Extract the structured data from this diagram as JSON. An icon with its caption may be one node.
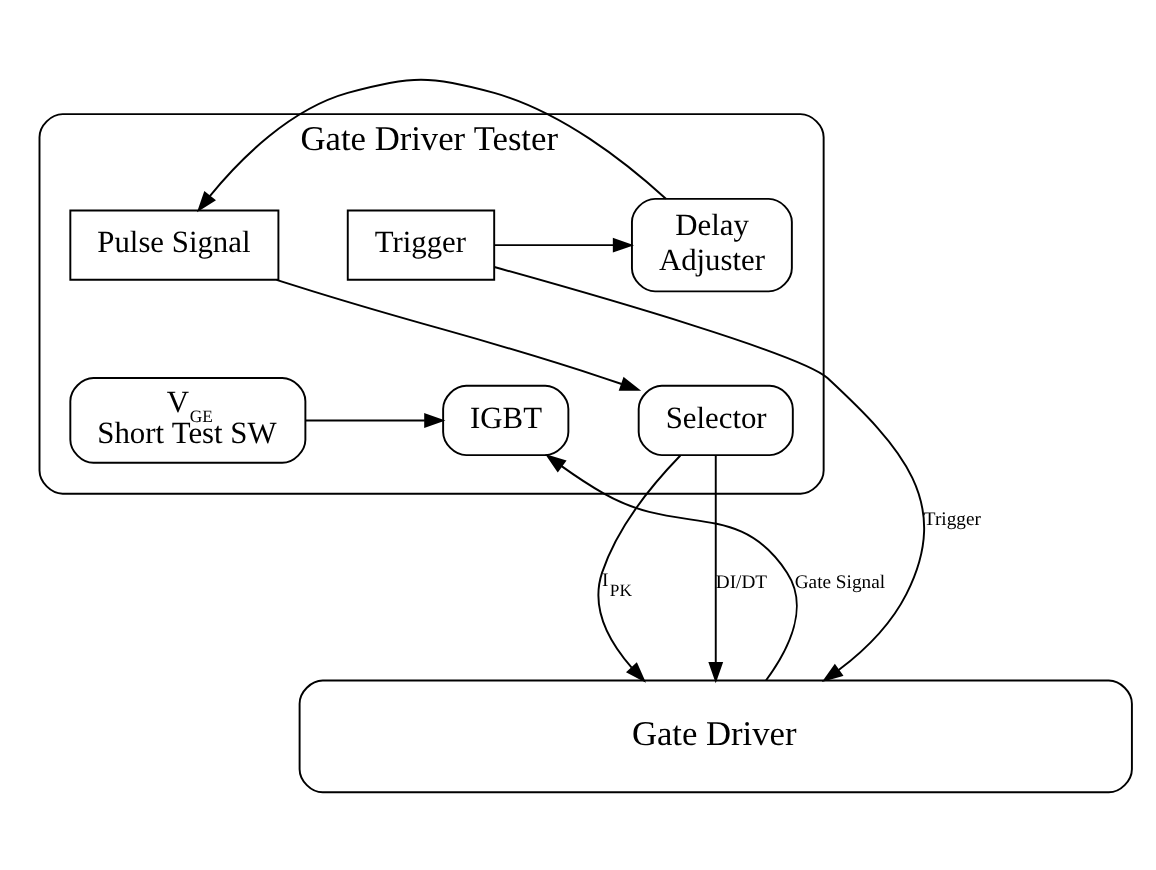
{
  "diagram": {
    "nodes": [
      {
        "text": [
          "Gate Driver Tester"
        ]
      },
      {
        "text": [
          "Trigger"
        ],
        "in": 0
      },
      {
        "text": [
          "Delay Adjuster"
        ],
        "in": 0
      },
      {
        "text": [
          "Pulse Signal"
        ],
        "in": 0
      },
      {
        "text": [
          "IGBT"
        ],
        "in": 0
      },
      {
        "text": [
          "V$_{GE}$ Short Test SW"
        ],
        "in": 0
      },
      {
        "text": [
          "Selector"
        ],
        "in": 0
      },
      {
        "text": [
          "Gate Driver"
        ]
      }
    ],
    "edges": [
      {
        "from": 1,
        "to": 2,
        "arrow": "to"
      },
      {
        "from": 2,
        "to": 3,
        "arrow": "to"
      },
      {
        "from": 3,
        "to": 6,
        "arrow": "to"
      },
      {
        "from": 5,
        "to": 4,
        "arrow": "to"
      },
      {
        "from": 1,
        "to": 7,
        "arrow": "to",
        "label": "Trigger"
      },
      {
        "from": 7,
        "to": 4,
        "arrow": "to",
        "label": "Gate Signal"
      },
      {
        "from": 6,
        "to": 7,
        "arrow": "to",
        "label": "I$_{PK}$"
      },
      {
        "from": 6,
        "to": 7,
        "arrow": "to",
        "label": "DI/DT"
      }
    ]
  }
}
